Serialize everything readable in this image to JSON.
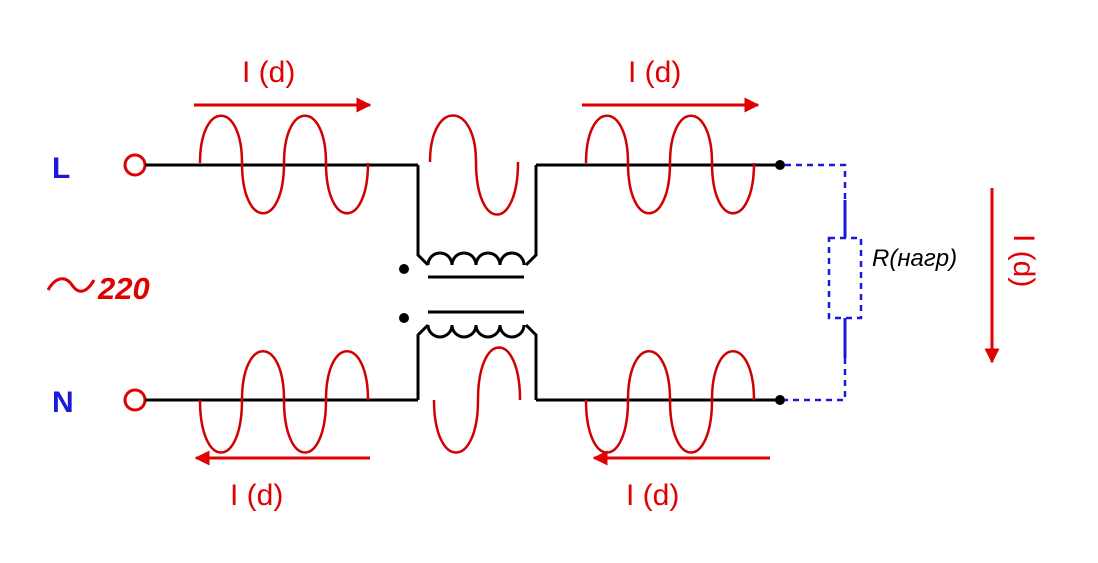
{
  "colors": {
    "wire": "#000000",
    "signal": "#e00000",
    "load": "#1a1ad6",
    "terminal_label": "#1a1ad6"
  },
  "terminals": {
    "line": "L",
    "neutral": "N"
  },
  "supply": {
    "symbol": "~",
    "voltage": "220"
  },
  "currents": {
    "top_left": "I (d)",
    "top_right": "I (d)",
    "bottom_left": "I (d)",
    "bottom_right": "I (d)",
    "load_side": "I (d)"
  },
  "load": {
    "label": "R(нагр)"
  }
}
